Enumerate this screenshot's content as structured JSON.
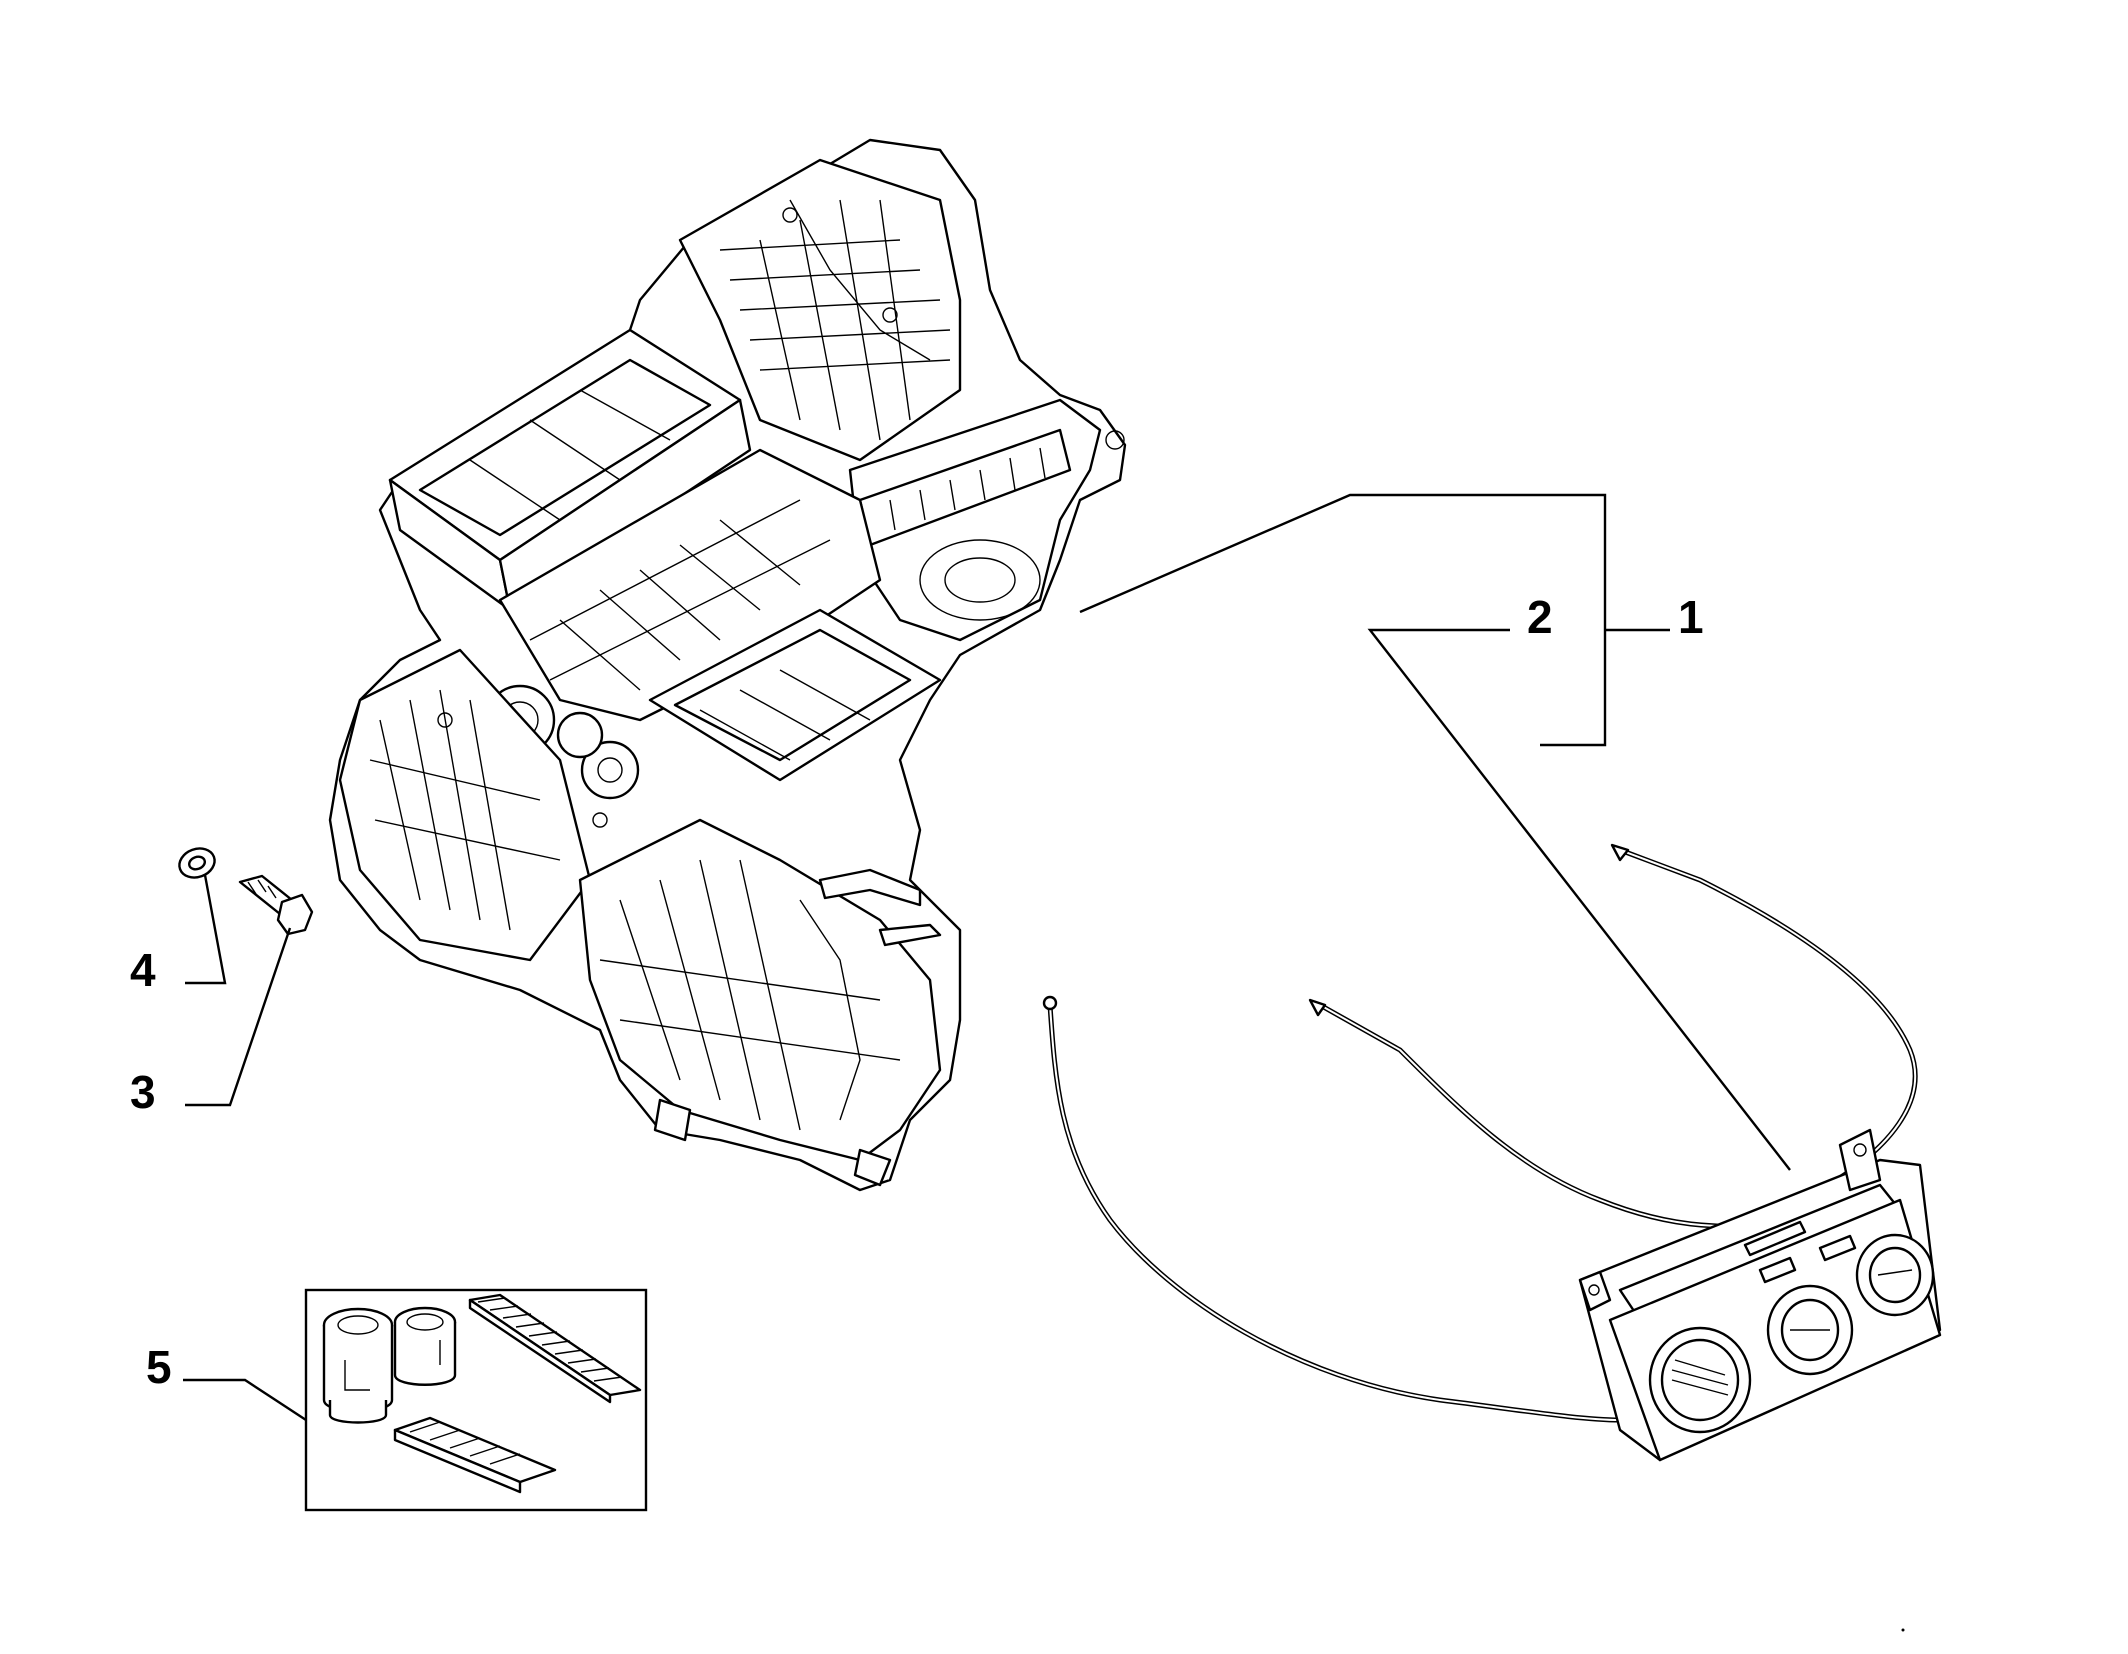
{
  "callouts": {
    "c1": "1",
    "c2": "2",
    "c3": "3",
    "c4": "4",
    "c5": "5"
  },
  "icons": {
    "heater_unit": "heater-ac-housing-icon",
    "control_panel": "climate-control-panel-icon",
    "screw": "screw-icon",
    "washer": "washer-icon",
    "filter_kit": "filter-kit-icon"
  },
  "colors": {
    "line": "#000000",
    "background": "#ffffff"
  }
}
